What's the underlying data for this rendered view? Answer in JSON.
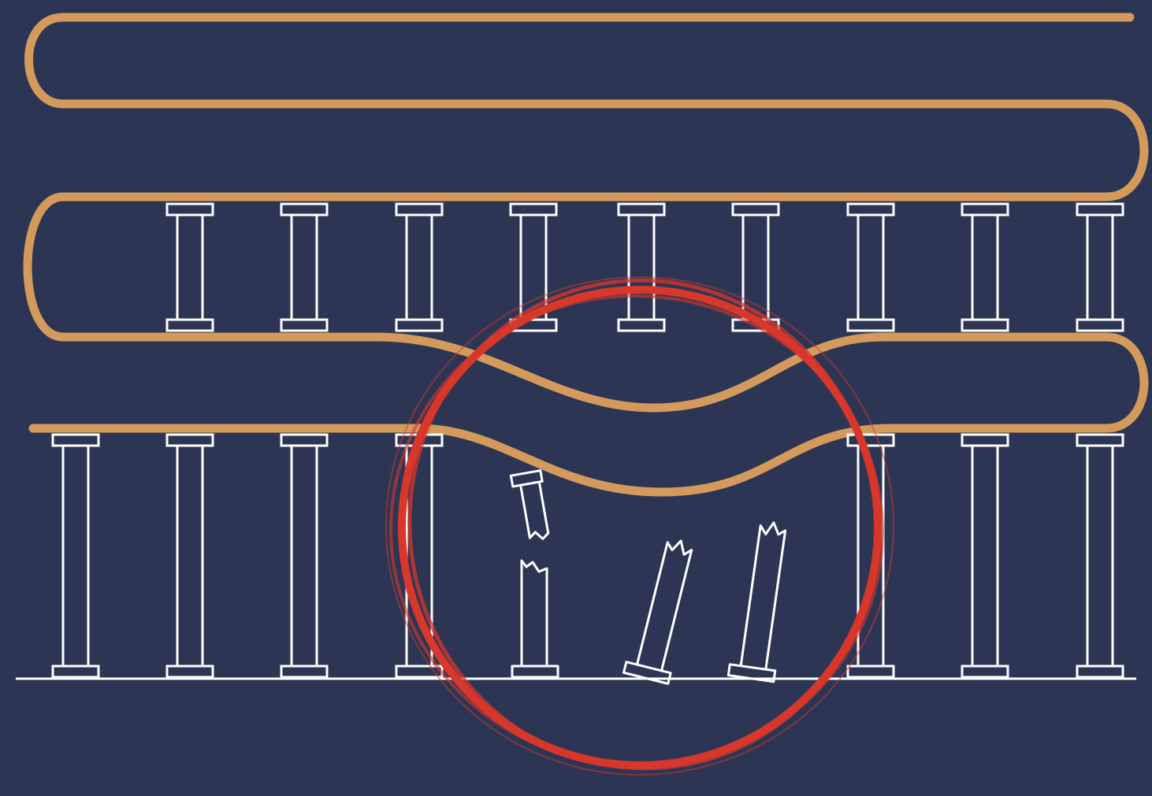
{
  "diagram": {
    "background_color": "#2c3654",
    "cable_color": "#d49a5c",
    "column_color": "#ffffff",
    "highlight_color": "#d8372b",
    "rows": [
      {
        "level": "upper",
        "columns": 9
      },
      {
        "level": "lower",
        "columns": 10,
        "broken_columns": 3
      }
    ],
    "highlight": {
      "shape": "circle",
      "meaning": "failure-zone"
    }
  }
}
